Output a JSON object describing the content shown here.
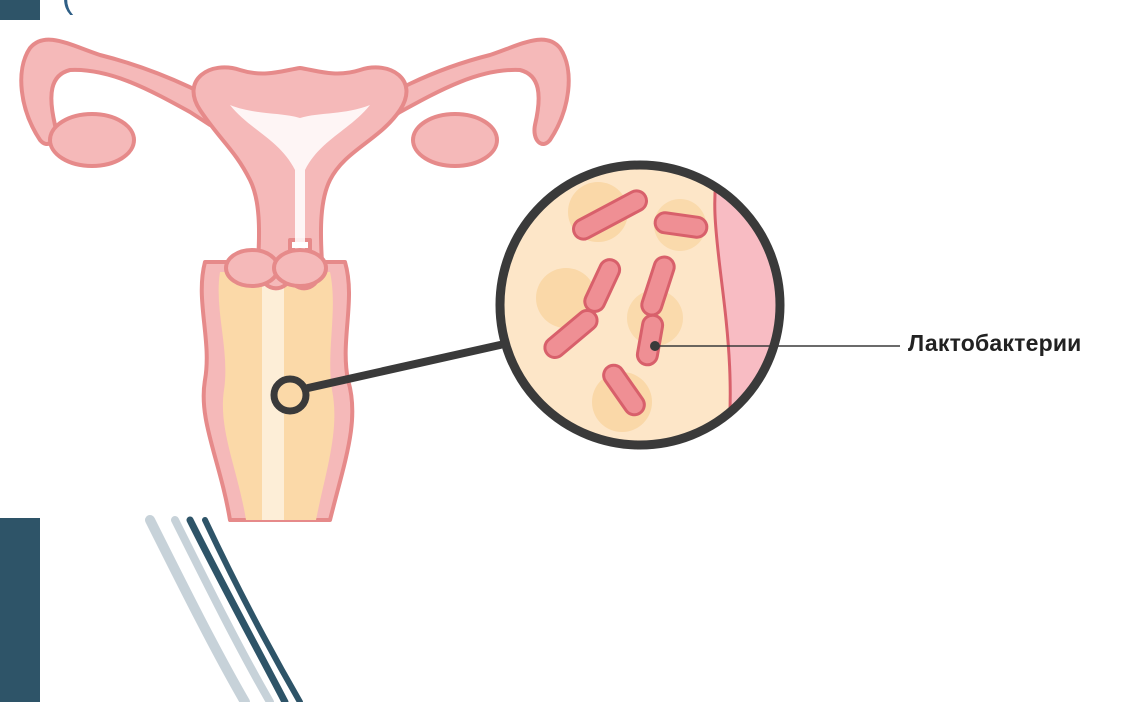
{
  "title_fragment": "(",
  "callout": {
    "label": "Лактобактерии"
  },
  "colors": {
    "organ_fill": "#f5b9b9",
    "organ_outline": "#e68a8a",
    "canal_fill": "#fbd9a8",
    "magnifier_ring": "#3a3a3a",
    "magnifier_bg": "#fde6c8",
    "bacteria_fill": "#ef8f94",
    "bacteria_outline": "#d8606b",
    "cell_fill": "#f8d29a",
    "tissue_fill": "#f8bcc3",
    "accent_dark": "#2e5468",
    "accent_light": "#c7d2d9"
  },
  "icons": [
    "uterus-illustration",
    "magnifier-circle",
    "bacteria-icon"
  ]
}
